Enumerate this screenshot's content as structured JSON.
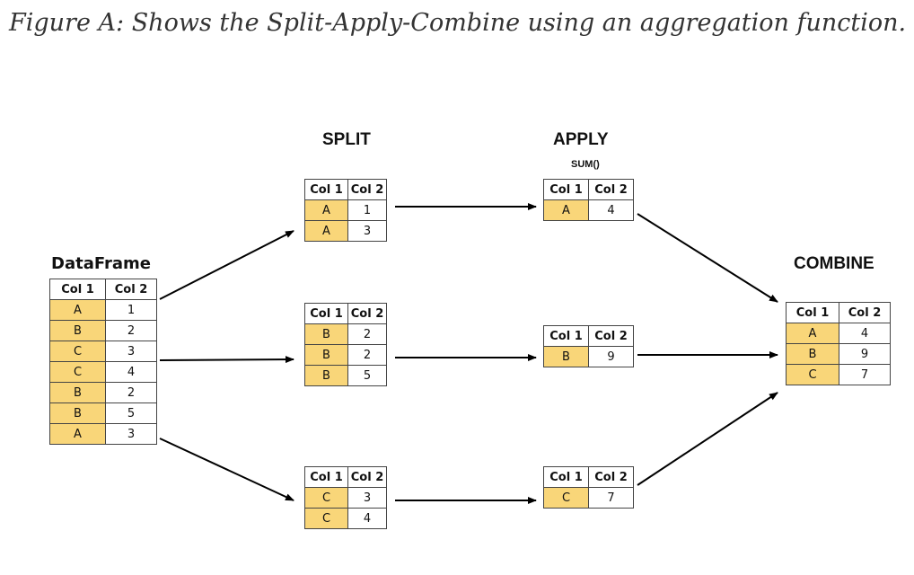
{
  "caption": "Figure A: Shows the Split-Apply-Combine using an aggregation function.",
  "colors": {
    "key_fill": "#f9d679",
    "border": "#444444",
    "arrow": "#000000"
  },
  "headers": [
    "Col 1",
    "Col 2"
  ],
  "dataframe": {
    "title": "DataFrame",
    "rows": [
      [
        "A",
        "1"
      ],
      [
        "B",
        "2"
      ],
      [
        "C",
        "3"
      ],
      [
        "C",
        "4"
      ],
      [
        "B",
        "2"
      ],
      [
        "B",
        "5"
      ],
      [
        "A",
        "3"
      ]
    ]
  },
  "split": {
    "title": "SPLIT",
    "groups": [
      [
        [
          "A",
          "1"
        ],
        [
          "A",
          "3"
        ]
      ],
      [
        [
          "B",
          "2"
        ],
        [
          "B",
          "2"
        ],
        [
          "B",
          "5"
        ]
      ],
      [
        [
          "C",
          "3"
        ],
        [
          "C",
          "4"
        ]
      ]
    ]
  },
  "apply": {
    "title": "APPLY",
    "function": "SUM()",
    "groups": [
      [
        [
          "A",
          "4"
        ]
      ],
      [
        [
          "B",
          "9"
        ]
      ],
      [
        [
          "C",
          "7"
        ]
      ]
    ]
  },
  "combine": {
    "title": "COMBINE",
    "rows": [
      [
        "A",
        "4"
      ],
      [
        "B",
        "9"
      ],
      [
        "C",
        "7"
      ]
    ]
  }
}
